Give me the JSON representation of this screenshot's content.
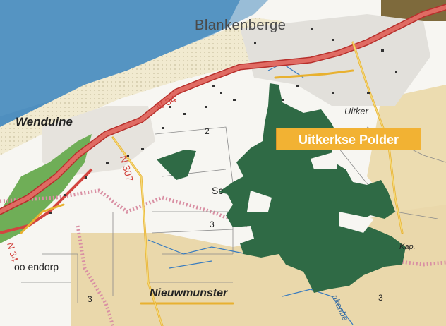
{
  "map": {
    "places": {
      "blankenberge": "Blankenberge",
      "wenduine": "Wenduine",
      "nieuwmunster": "Nieuwmunster",
      "vlissegem_fragment": "Sc",
      "zuienkerke_fragment": "oo endorp",
      "kapelle_fragment": "Kap.",
      "uitkerke_fragment": "Uitker"
    },
    "highlighted_area": {
      "label": "Uitkerkse Polder",
      "color": "#2f6a45"
    },
    "roads": {
      "n34": "N 34",
      "n307": "N 307",
      "n34_lower": "N 34"
    },
    "waterway": "Blankenbergse Vaart",
    "waterway_fragment": "nkenbe",
    "numbers": [
      "2",
      "3",
      "3",
      "3"
    ],
    "colors": {
      "sea": "#4f8fbf",
      "dunes": "#e9d8a6",
      "forest": "#6fae57",
      "main_road": "#d2443f",
      "secondary_road": "#e8b130",
      "polder": "#2f6a45",
      "label_bg": "#f2b233"
    }
  }
}
